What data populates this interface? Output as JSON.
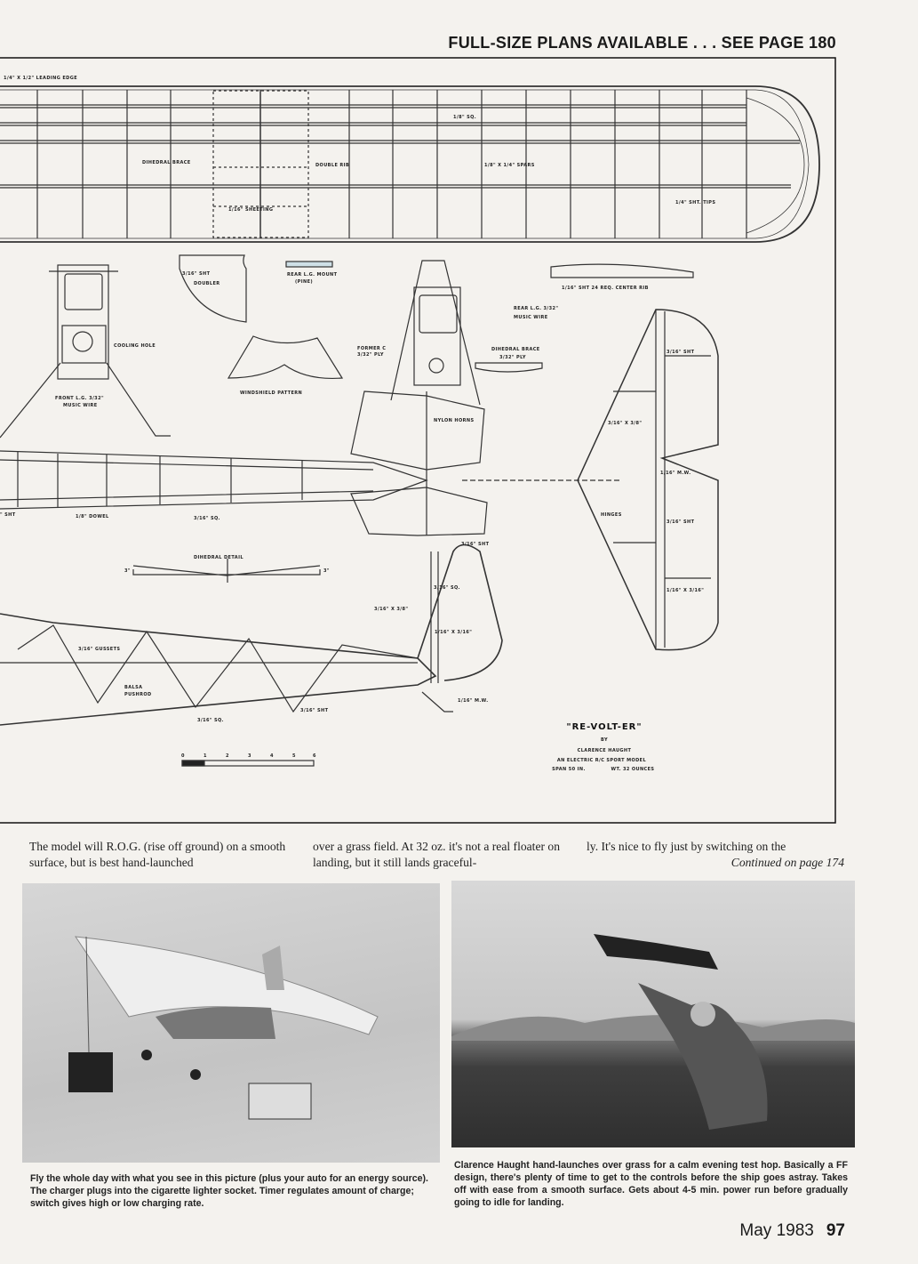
{
  "header": {
    "text": "FULL-SIZE PLANS AVAILABLE . . . SEE PAGE 180"
  },
  "plan": {
    "labels": {
      "leading_edge": "1/4\" X 1/2\" LEADING EDGE",
      "dihedral_brace": "DIHEDRAL BRACE",
      "double_rib": "DOUBLE RIB",
      "sheeting": "1/16\" SHEETING",
      "sq_1_8": "1/8\" SQ.",
      "spars": "1/8\" X 1/4\" SPARS",
      "tips": "1/4\" SHT. TIPS",
      "doubler_1": "3/16\" SHT",
      "doubler_2": "DOUBLER",
      "rear_mount_1": "REAR L.G. MOUNT",
      "rear_mount_2": "(PINE)",
      "center_rib": "1/16\" SHT 24 REQ.   CENTER RIB",
      "cooling_hole": "COOLING HOLE",
      "front_lg_1": "FRONT L.G. 3/32\"",
      "front_lg_2": "MUSIC WIRE",
      "windshield": "WINDSHIELD PATTERN",
      "former_1": "FORMER C",
      "former_2": "3/32\" PLY",
      "rear_lg_1": "REAR L.G. 3/32\"",
      "rear_lg_2": "MUSIC WIRE",
      "dih_brace_1": "DIHEDRAL BRACE",
      "dih_brace_2": "3/32\" PLY",
      "nylon_horns": "NYLON HORNS",
      "stab_sht": "3/16\" SHT",
      "stab_316x38": "3/16\" X 3/8\"",
      "stab_116_mw": "1/16\" M.W.",
      "hinges": "HINGES",
      "stab_sht2": "3/16\" SHT",
      "stab_116x316": "1/16\" X 3/16\"",
      "sht_left": "\" SHT",
      "dowel": "1/8\" DOWEL",
      "sq_3_16": "3/16\" SQ.",
      "dihedral_detail": "DIHEDRAL DETAIL",
      "dim_left": "3\"",
      "dim_right": "3\"",
      "fin_sht": "3/16\" SHT",
      "fin_sq": "3/16\" SQ.",
      "fin_316x38": "3/16\" X 3/8\"",
      "fin_116x316": "1/16\" X 3/16\"",
      "gussets": "3/16\" GUSSETS",
      "pushrod_1": "BALSA",
      "pushrod_2": "PUSHROD",
      "fus_sq": "3/16\" SQ.",
      "fus_sht": "3/16\" SHT",
      "tail_mw": "1/16\" M.W."
    },
    "scale_ticks": [
      "0",
      "1",
      "2",
      "3",
      "4",
      "5",
      "6"
    ],
    "title_block": {
      "name": "\"RE-VOLT-ER\"",
      "by": "BY",
      "author": "CLARENCE HAUGHT",
      "desc": "AN ELECTRIC R/C SPORT MODEL",
      "span": "SPAN 50 IN.",
      "weight": "WT. 32 OUNCES"
    }
  },
  "body_text": {
    "col1": "The model will R.O.G. (rise off ground) on a smooth surface, but is best hand-launched",
    "col2": "over a grass field. At 32 oz. it's not a real floater on landing, but it still lands graceful-",
    "col3": "ly. It's nice to fly just by switching on the",
    "continued": "Continued on page 174"
  },
  "captions": {
    "left": "Fly the whole day with what you see in this picture (plus your auto for an energy source). The charger plugs into the cigarette lighter socket. Timer regulates amount of charge; switch gives high or low charging rate.",
    "right": "Clarence Haught hand-launches over grass for a calm evening test hop. Basically a FF design, there's plenty of time to get to the controls before the ship goes astray. Takes off with ease from a smooth surface. Gets about 4-5 min. power run before gradually going to idle for landing."
  },
  "folio": {
    "issue": "May 1983",
    "page": "97"
  }
}
